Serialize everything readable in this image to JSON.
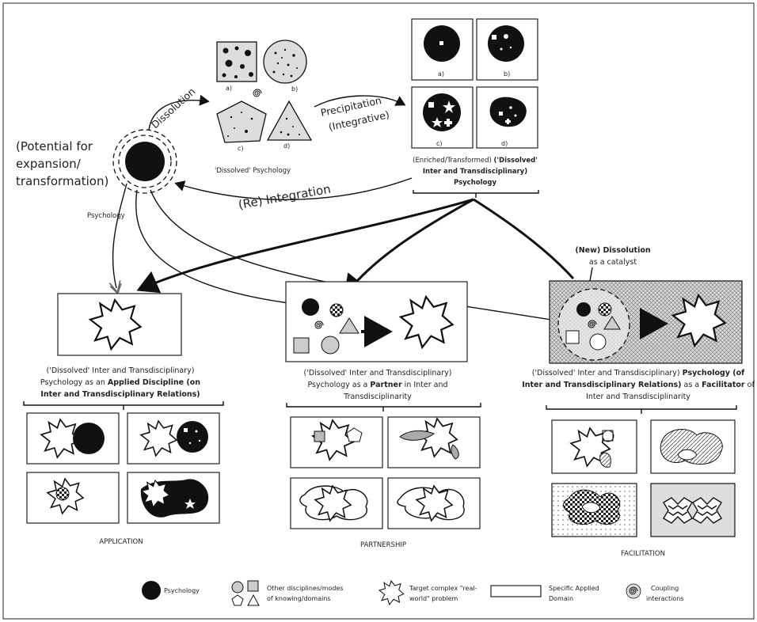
{
  "top": {
    "potential_label": [
      "(Potential for",
      "expansion/",
      "transformation)"
    ],
    "psychology_label": "Psychology",
    "dissolution_label": "Dissolution",
    "precipitation_label": [
      "Precipitation",
      "(Integrative)"
    ],
    "reintegration_label": "(Re) Integration",
    "dissolved_psychology_label": "'Dissolved' Psychology",
    "dissolved_shape_labels": [
      "a)",
      "b)",
      "c)",
      "d)"
    ],
    "enriched_shape_labels": [
      "a)",
      "b)",
      "c)",
      "d)"
    ],
    "enriched_caption": {
      "line1_normal": "(Enriched/Transformed) ",
      "line1_bold": "('Dissolved'",
      "line2": "Inter and Transdisciplinary)",
      "line3": "Psychology"
    }
  },
  "new_dissolution": {
    "title_bold": "(New) Dissolution",
    "subtitle": "as a catalyst"
  },
  "modes": [
    {
      "caption_lines": [
        {
          "parts": [
            {
              "text": "('Dissolved' Inter and Transdisciplinary)",
              "bold": false
            }
          ]
        },
        {
          "parts": [
            {
              "text": "Psychology as an ",
              "bold": false
            },
            {
              "text": "Applied Discipline (on",
              "bold": true
            }
          ]
        },
        {
          "parts": [
            {
              "text": "Inter and Transdisciplinary Relations)",
              "bold": true
            }
          ]
        }
      ],
      "footer": "APPLICATION"
    },
    {
      "caption_lines": [
        {
          "parts": [
            {
              "text": "('Dissolved' Inter and Transdisciplinary)",
              "bold": false
            }
          ]
        },
        {
          "parts": [
            {
              "text": "Psychology as a ",
              "bold": false
            },
            {
              "text": "Partner",
              "bold": true
            },
            {
              "text": " in Inter and",
              "bold": false
            }
          ]
        },
        {
          "parts": [
            {
              "text": "Transdisciplinarity",
              "bold": false
            }
          ]
        }
      ],
      "footer": "PARTNERSHIP"
    },
    {
      "caption_lines": [
        {
          "parts": [
            {
              "text": "('Dissolved' Inter and Transdisciplinary) ",
              "bold": false
            },
            {
              "text": "Psychology (of",
              "bold": true
            }
          ]
        },
        {
          "parts": [
            {
              "text": "Inter and Transdisciplinary Relations)",
              "bold": true
            },
            {
              "text": " as a ",
              "bold": false
            },
            {
              "text": "Facilitator",
              "bold": true
            },
            {
              "text": " of",
              "bold": false
            }
          ]
        },
        {
          "parts": [
            {
              "text": "Inter and Transdisciplinarity",
              "bold": false
            }
          ]
        }
      ],
      "footer": "FACILITATION"
    }
  ],
  "legend": [
    {
      "icon": "black-circle-icon",
      "label": [
        "Psychology"
      ]
    },
    {
      "icon": "shapes-icon",
      "label": [
        "Other disciplines/modes",
        "of knowing/domains"
      ]
    },
    {
      "icon": "star-blob-icon",
      "label": [
        "Target complex \"real-",
        "world\" problem"
      ]
    },
    {
      "icon": "rectangle-icon",
      "label": [
        "Specific Applied",
        "Domain"
      ]
    },
    {
      "icon": "spiral-icon",
      "label": [
        "Coupling",
        "interactions"
      ]
    }
  ]
}
